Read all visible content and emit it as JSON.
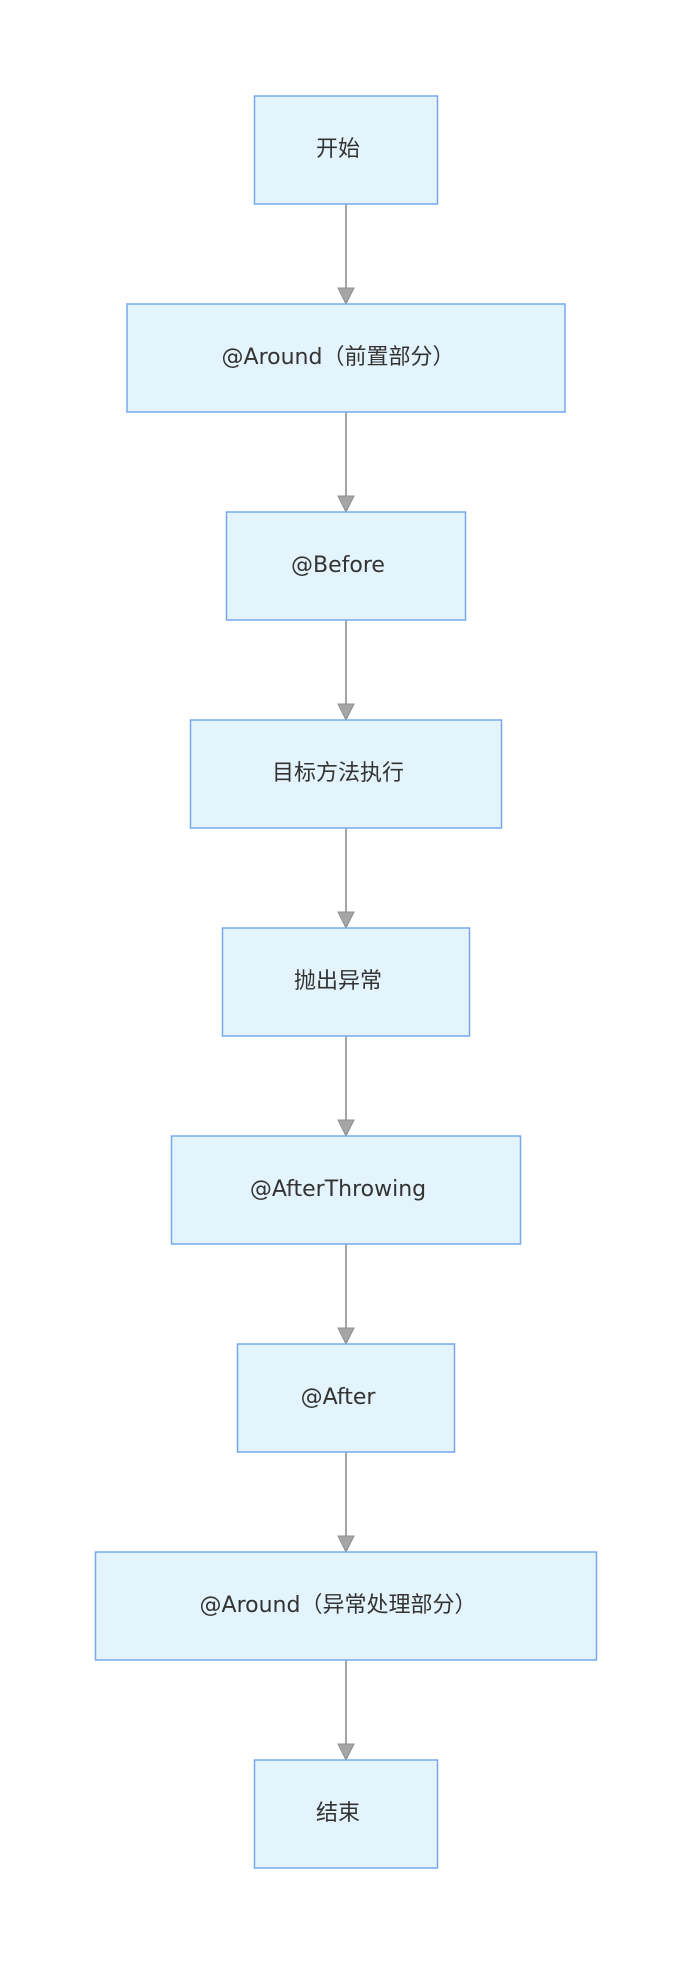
{
  "diagram": {
    "type": "flowchart",
    "direction": "top-to-bottom",
    "nodes": [
      {
        "id": "start",
        "label": "开始"
      },
      {
        "id": "around-before",
        "label": "@Around（前置部分）"
      },
      {
        "id": "before",
        "label": "@Before"
      },
      {
        "id": "target",
        "label": "目标方法执行"
      },
      {
        "id": "throw",
        "label": "抛出异常"
      },
      {
        "id": "after-throwing",
        "label": "@AfterThrowing"
      },
      {
        "id": "after",
        "label": "@After"
      },
      {
        "id": "around-exception",
        "label": "@Around（异常处理部分）"
      },
      {
        "id": "end",
        "label": "结束"
      }
    ],
    "edges": [
      {
        "from": "start",
        "to": "around-before"
      },
      {
        "from": "around-before",
        "to": "before"
      },
      {
        "from": "before",
        "to": "target"
      },
      {
        "from": "target",
        "to": "throw"
      },
      {
        "from": "throw",
        "to": "after-throwing"
      },
      {
        "from": "after-throwing",
        "to": "after"
      },
      {
        "from": "after",
        "to": "around-exception"
      },
      {
        "from": "around-exception",
        "to": "end"
      }
    ],
    "colors": {
      "node_fill": "#e3f4fc",
      "node_border": "#78a8f0",
      "edge": "#a5a5a5",
      "text": "#333333"
    }
  }
}
